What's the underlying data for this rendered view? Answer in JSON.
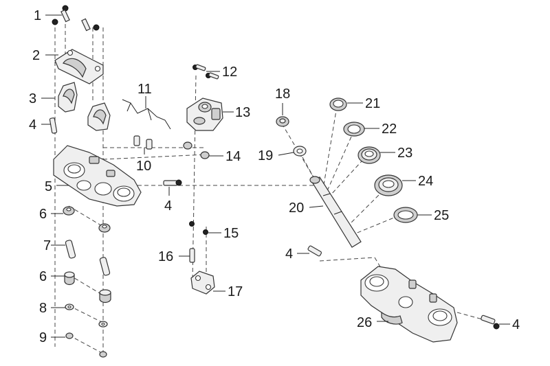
{
  "diagram": {
    "callouts": [
      {
        "id": "c1",
        "label": "1"
      },
      {
        "id": "c2",
        "label": "2"
      },
      {
        "id": "c3",
        "label": "3"
      },
      {
        "id": "c4a",
        "label": "4"
      },
      {
        "id": "c5",
        "label": "5"
      },
      {
        "id": "c6a",
        "label": "6"
      },
      {
        "id": "c7",
        "label": "7"
      },
      {
        "id": "c6b",
        "label": "6"
      },
      {
        "id": "c8",
        "label": "8"
      },
      {
        "id": "c9",
        "label": "9"
      },
      {
        "id": "c11",
        "label": "11"
      },
      {
        "id": "c10",
        "label": "10"
      },
      {
        "id": "c4b",
        "label": "4"
      },
      {
        "id": "c12",
        "label": "12"
      },
      {
        "id": "c13",
        "label": "13"
      },
      {
        "id": "c14",
        "label": "14"
      },
      {
        "id": "c15",
        "label": "15"
      },
      {
        "id": "c16",
        "label": "16"
      },
      {
        "id": "c17",
        "label": "17"
      },
      {
        "id": "c18",
        "label": "18"
      },
      {
        "id": "c19",
        "label": "19"
      },
      {
        "id": "c20",
        "label": "20"
      },
      {
        "id": "c21",
        "label": "21"
      },
      {
        "id": "c22",
        "label": "22"
      },
      {
        "id": "c23",
        "label": "23"
      },
      {
        "id": "c24",
        "label": "24"
      },
      {
        "id": "c25",
        "label": "25"
      },
      {
        "id": "c4c",
        "label": "4"
      },
      {
        "id": "c26",
        "label": "26"
      },
      {
        "id": "c4d",
        "label": "4"
      }
    ]
  }
}
